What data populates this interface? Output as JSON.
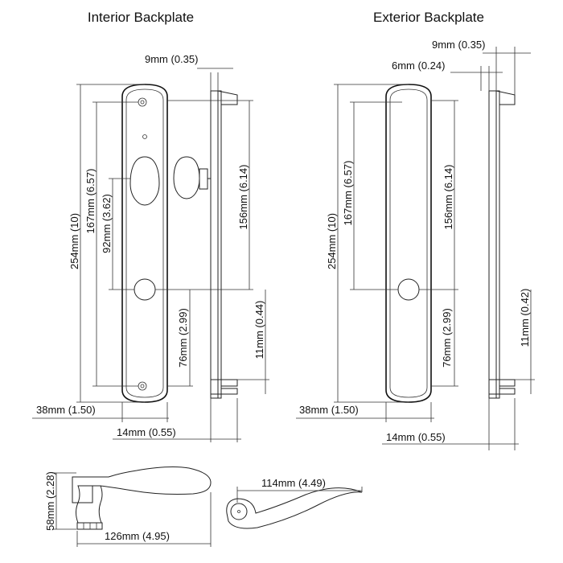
{
  "titles": {
    "interior": "Interior Backplate",
    "exterior": "Exterior Backplate"
  },
  "interior": {
    "thickness": "9mm (0.35)",
    "height": "254mm (10)",
    "hole_span": "167mm (6.57)",
    "cyl_span": "92mm (3.62)",
    "side_span": "156mm (6.14)",
    "lower_span": "76mm (2.99)",
    "foot": "11mm (0.44)",
    "width": "38mm (1.50)",
    "depth": "14mm (0.55)"
  },
  "exterior": {
    "thickness": "9mm (0.35)",
    "inset": "6mm (0.24)",
    "height": "254mm (10)",
    "hole_span": "167mm (6.57)",
    "side_span": "156mm (6.14)",
    "lower_span": "76mm (2.99)",
    "foot": "11mm (0.42)",
    "width": "38mm (1.50)",
    "depth": "14mm (0.55)"
  },
  "lever": {
    "height": "58mm (2.28)",
    "length": "126mm (4.95)",
    "reach": "114mm (4.49)"
  }
}
